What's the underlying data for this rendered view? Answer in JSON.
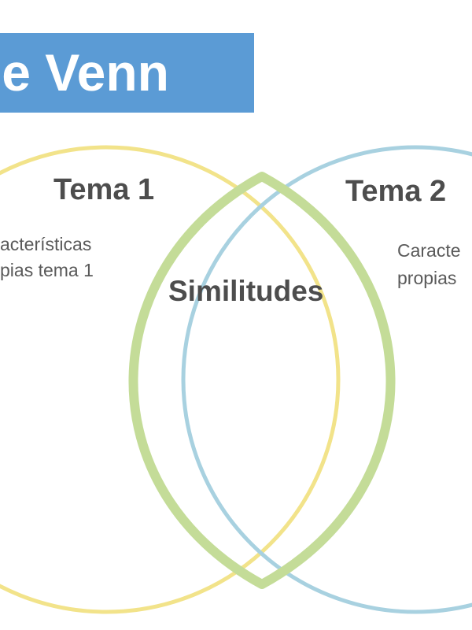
{
  "title": "e Venn",
  "colors": {
    "title_bar": "#5b9bd5",
    "circle_left": "#f2e38a",
    "circle_right": "#a8d1e0",
    "overlap_outline": "#c4dc98",
    "text": "#4d4d4d"
  },
  "left": {
    "heading": "Tema 1",
    "desc_line1": "acterísticas",
    "desc_line2": "pias tema 1"
  },
  "right": {
    "heading": "Tema 2",
    "desc_line1": "Caracte",
    "desc_line2": "propias"
  },
  "overlap": {
    "heading": "Similitudes"
  }
}
